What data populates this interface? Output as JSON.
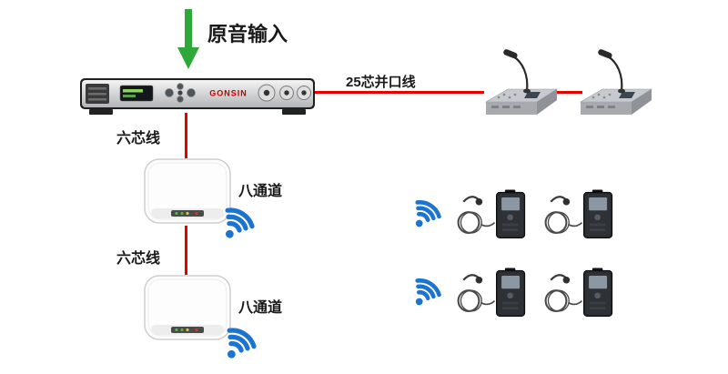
{
  "labels": {
    "audio_input": "原音输入",
    "parallel_cable": "25芯并口线",
    "six_core_cable_top": "六芯线",
    "six_core_cable_bottom": "六芯线",
    "eight_channel_top": "八通道",
    "eight_channel_bottom": "八通道"
  },
  "main_unit": {
    "brand": "GONSIN"
  },
  "colors": {
    "cable_red": "#e60000",
    "arrow_green": "#2fa83a",
    "wifi_blue": "#1b74d1",
    "label_text": "#1a1a1a"
  },
  "icons": {
    "down_arrow": "audio-input-arrow-icon",
    "wifi": "wifi-signal-icon"
  }
}
